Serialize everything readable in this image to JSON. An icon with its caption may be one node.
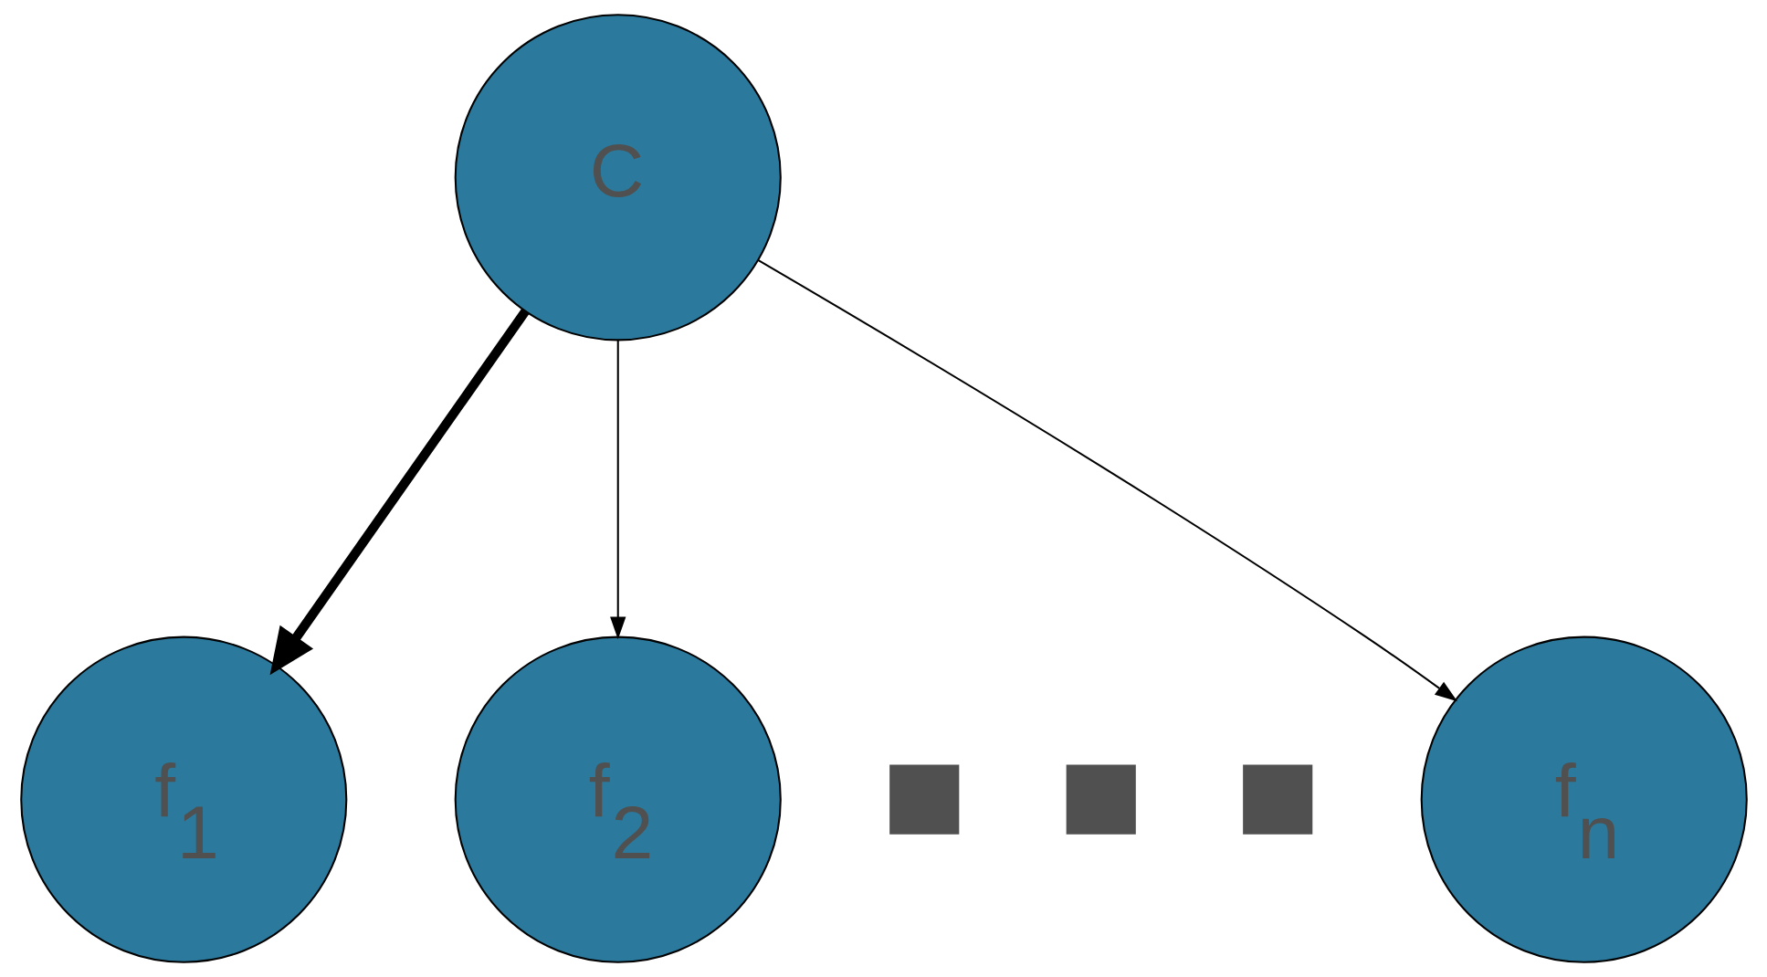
{
  "diagram": {
    "nodes": [
      {
        "text": [
          "C"
        ]
      },
      {
        "text": [
          "f$_{1}$"
        ]
      },
      {
        "text": [
          "f$_{2}$"
        ]
      },
      {
        "text": [],
        "shape": "box"
      },
      {
        "text": [],
        "shape": "box"
      },
      {
        "text": [],
        "shape": "box"
      },
      {
        "text": [
          "f$_{n}$"
        ]
      }
    ],
    "edges": [
      {
        "from": 0,
        "to": 1,
        "arrow": "to",
        "style": "thick"
      },
      {
        "from": 0,
        "to": 2,
        "arrow": "to"
      },
      {
        "from": 0,
        "to": 6,
        "arrow": "to"
      }
    ]
  }
}
